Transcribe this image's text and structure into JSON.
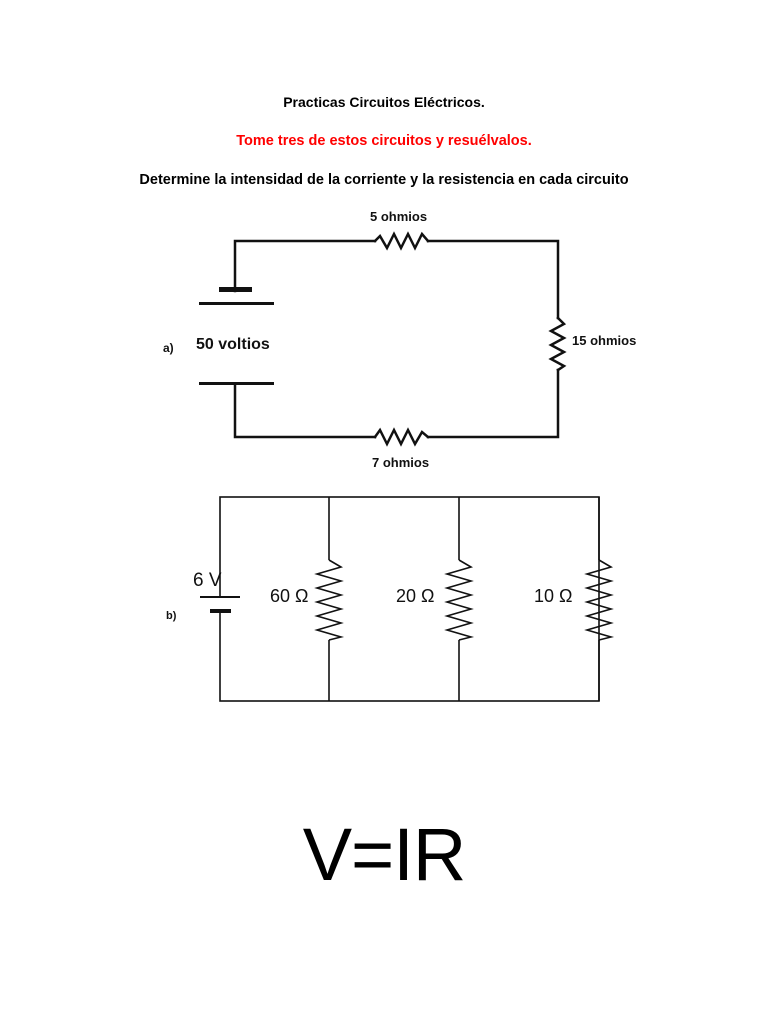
{
  "header": {
    "title": "Practicas Circuitos Eléctricos.",
    "instruction": "Tome tres de estos circuitos y resuélvalos.",
    "task": "Determine la intensidad de la corriente y la resistencia en cada circuito"
  },
  "circuit_a": {
    "label": "a)",
    "source": "50 voltios",
    "resistor_top": "5 ohmios",
    "resistor_right": "15 ohmios",
    "resistor_bottom": "7 ohmios"
  },
  "circuit_b": {
    "label": "b)",
    "source": "6 V",
    "resistors": [
      "60 Ω",
      "20 Ω",
      "10 Ω"
    ]
  },
  "formula": "V=IR",
  "colors": {
    "instruction": "#ff0000",
    "text": "#000000",
    "wire": "#111111"
  }
}
